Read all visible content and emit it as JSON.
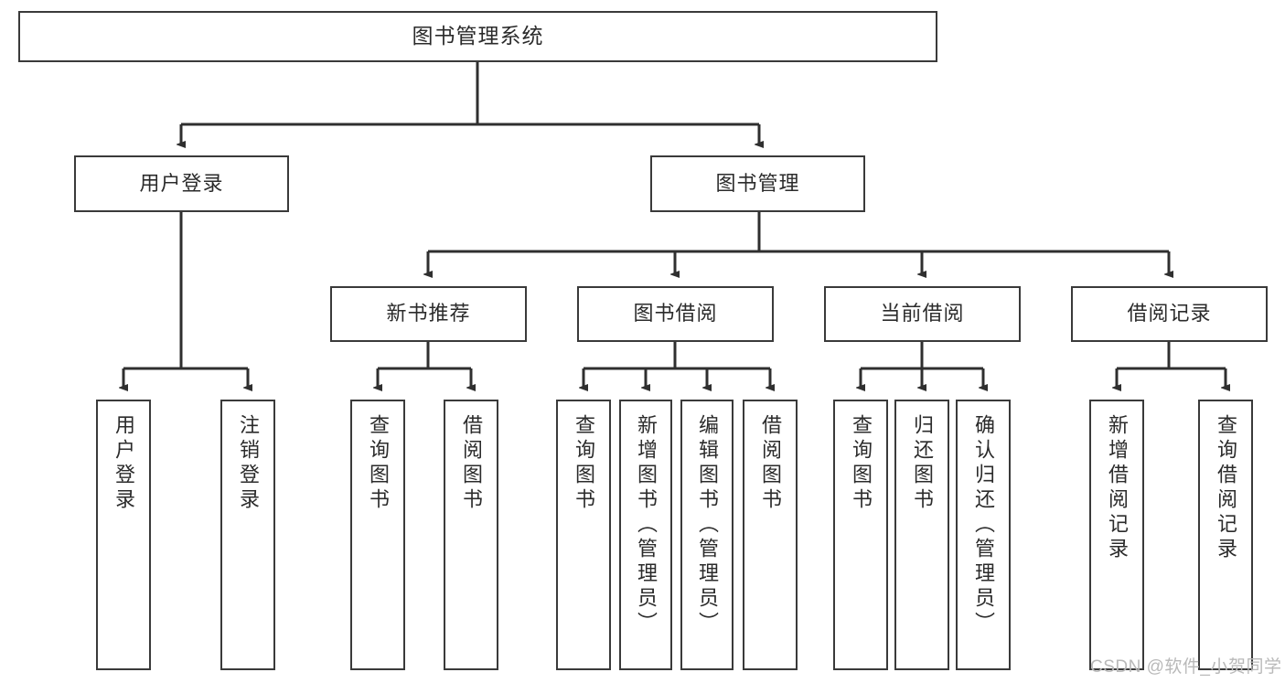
{
  "diagram": {
    "title_box": {
      "label": "图书管理系统"
    },
    "level2": [
      {
        "id": "user-login",
        "label": "用户登录"
      },
      {
        "id": "book-manage",
        "label": "图书管理"
      }
    ],
    "level3": [
      {
        "id": "new-book-rec",
        "label": "新书推荐"
      },
      {
        "id": "book-borrow",
        "label": "图书借阅"
      },
      {
        "id": "current-borrow",
        "label": "当前借阅"
      },
      {
        "id": "borrow-record",
        "label": "借阅记录"
      }
    ],
    "leaves": [
      {
        "id": "leaf-user-login",
        "label": "用户登录"
      },
      {
        "id": "leaf-logout-login",
        "label": "注销登录"
      },
      {
        "id": "leaf-query-book-1",
        "label": "查询图书"
      },
      {
        "id": "leaf-borrow-book-1",
        "label": "借阅图书"
      },
      {
        "id": "leaf-query-book-2",
        "label": "查询图书"
      },
      {
        "id": "leaf-add-book",
        "label": "新增图书（管理员）"
      },
      {
        "id": "leaf-edit-book",
        "label": "编辑图书（管理员）"
      },
      {
        "id": "leaf-borrow-book-2",
        "label": "借阅图书"
      },
      {
        "id": "leaf-query-book-3",
        "label": "查询图书"
      },
      {
        "id": "leaf-return-book",
        "label": "归还图书"
      },
      {
        "id": "leaf-confirm-return",
        "label": "确认归还（管理员）"
      },
      {
        "id": "leaf-add-record",
        "label": "新增借阅记录"
      },
      {
        "id": "leaf-query-record",
        "label": "查询借阅记录"
      }
    ],
    "watermark": "CSDN @软件_小贺同学",
    "colors": {
      "border": "#3a3a3a",
      "text": "#2b2b2b",
      "background": "#ffffff",
      "watermark": "#b9b9b9"
    }
  }
}
